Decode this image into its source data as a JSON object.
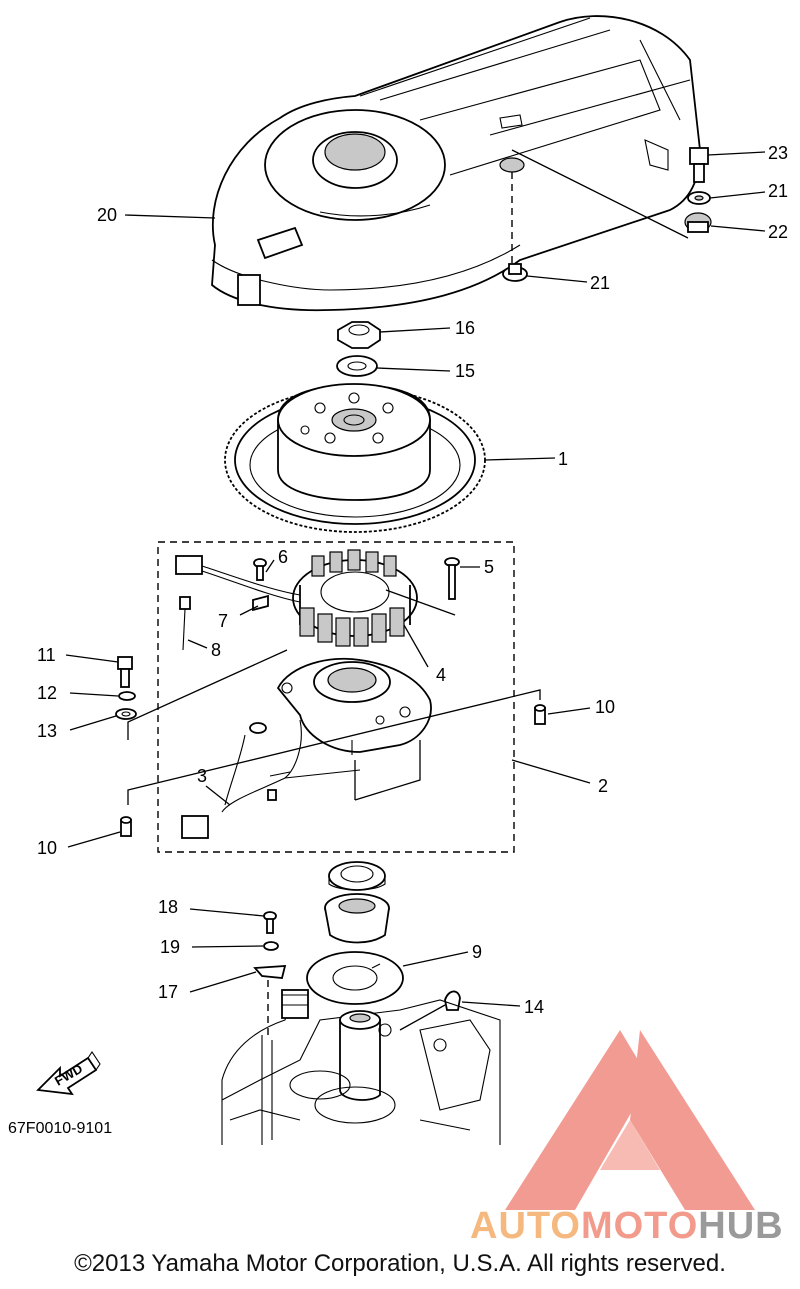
{
  "diagram": {
    "drawing_code": "67F0010-9101",
    "fwd_label": "FWD",
    "callouts": [
      {
        "id": "c1",
        "label": "1"
      },
      {
        "id": "c2",
        "label": "2"
      },
      {
        "id": "c3",
        "label": "3"
      },
      {
        "id": "c4",
        "label": "4"
      },
      {
        "id": "c5",
        "label": "5"
      },
      {
        "id": "c6",
        "label": "6"
      },
      {
        "id": "c7",
        "label": "7"
      },
      {
        "id": "c8",
        "label": "8"
      },
      {
        "id": "c9",
        "label": "9"
      },
      {
        "id": "c10a",
        "label": "10"
      },
      {
        "id": "c10b",
        "label": "10"
      },
      {
        "id": "c11",
        "label": "11"
      },
      {
        "id": "c12",
        "label": "12"
      },
      {
        "id": "c13",
        "label": "13"
      },
      {
        "id": "c14",
        "label": "14"
      },
      {
        "id": "c15",
        "label": "15"
      },
      {
        "id": "c16",
        "label": "16"
      },
      {
        "id": "c17",
        "label": "17"
      },
      {
        "id": "c18",
        "label": "18"
      },
      {
        "id": "c19",
        "label": "19"
      },
      {
        "id": "c20",
        "label": "20"
      },
      {
        "id": "c21a",
        "label": "21"
      },
      {
        "id": "c21b",
        "label": "21"
      },
      {
        "id": "c22",
        "label": "22"
      },
      {
        "id": "c23",
        "label": "23"
      }
    ]
  },
  "watermark": {
    "part1": "AUTO",
    "part2": "MOTO",
    "part3": "HUB",
    "colors": {
      "auto": "#f5b980",
      "moto": "#f29a8c",
      "hub": "#9a9a9a",
      "triangle": "#f08a80"
    }
  },
  "footer": {
    "copyright": "©2013 Yamaha Motor Corporation, U.S.A. All rights reserved."
  }
}
